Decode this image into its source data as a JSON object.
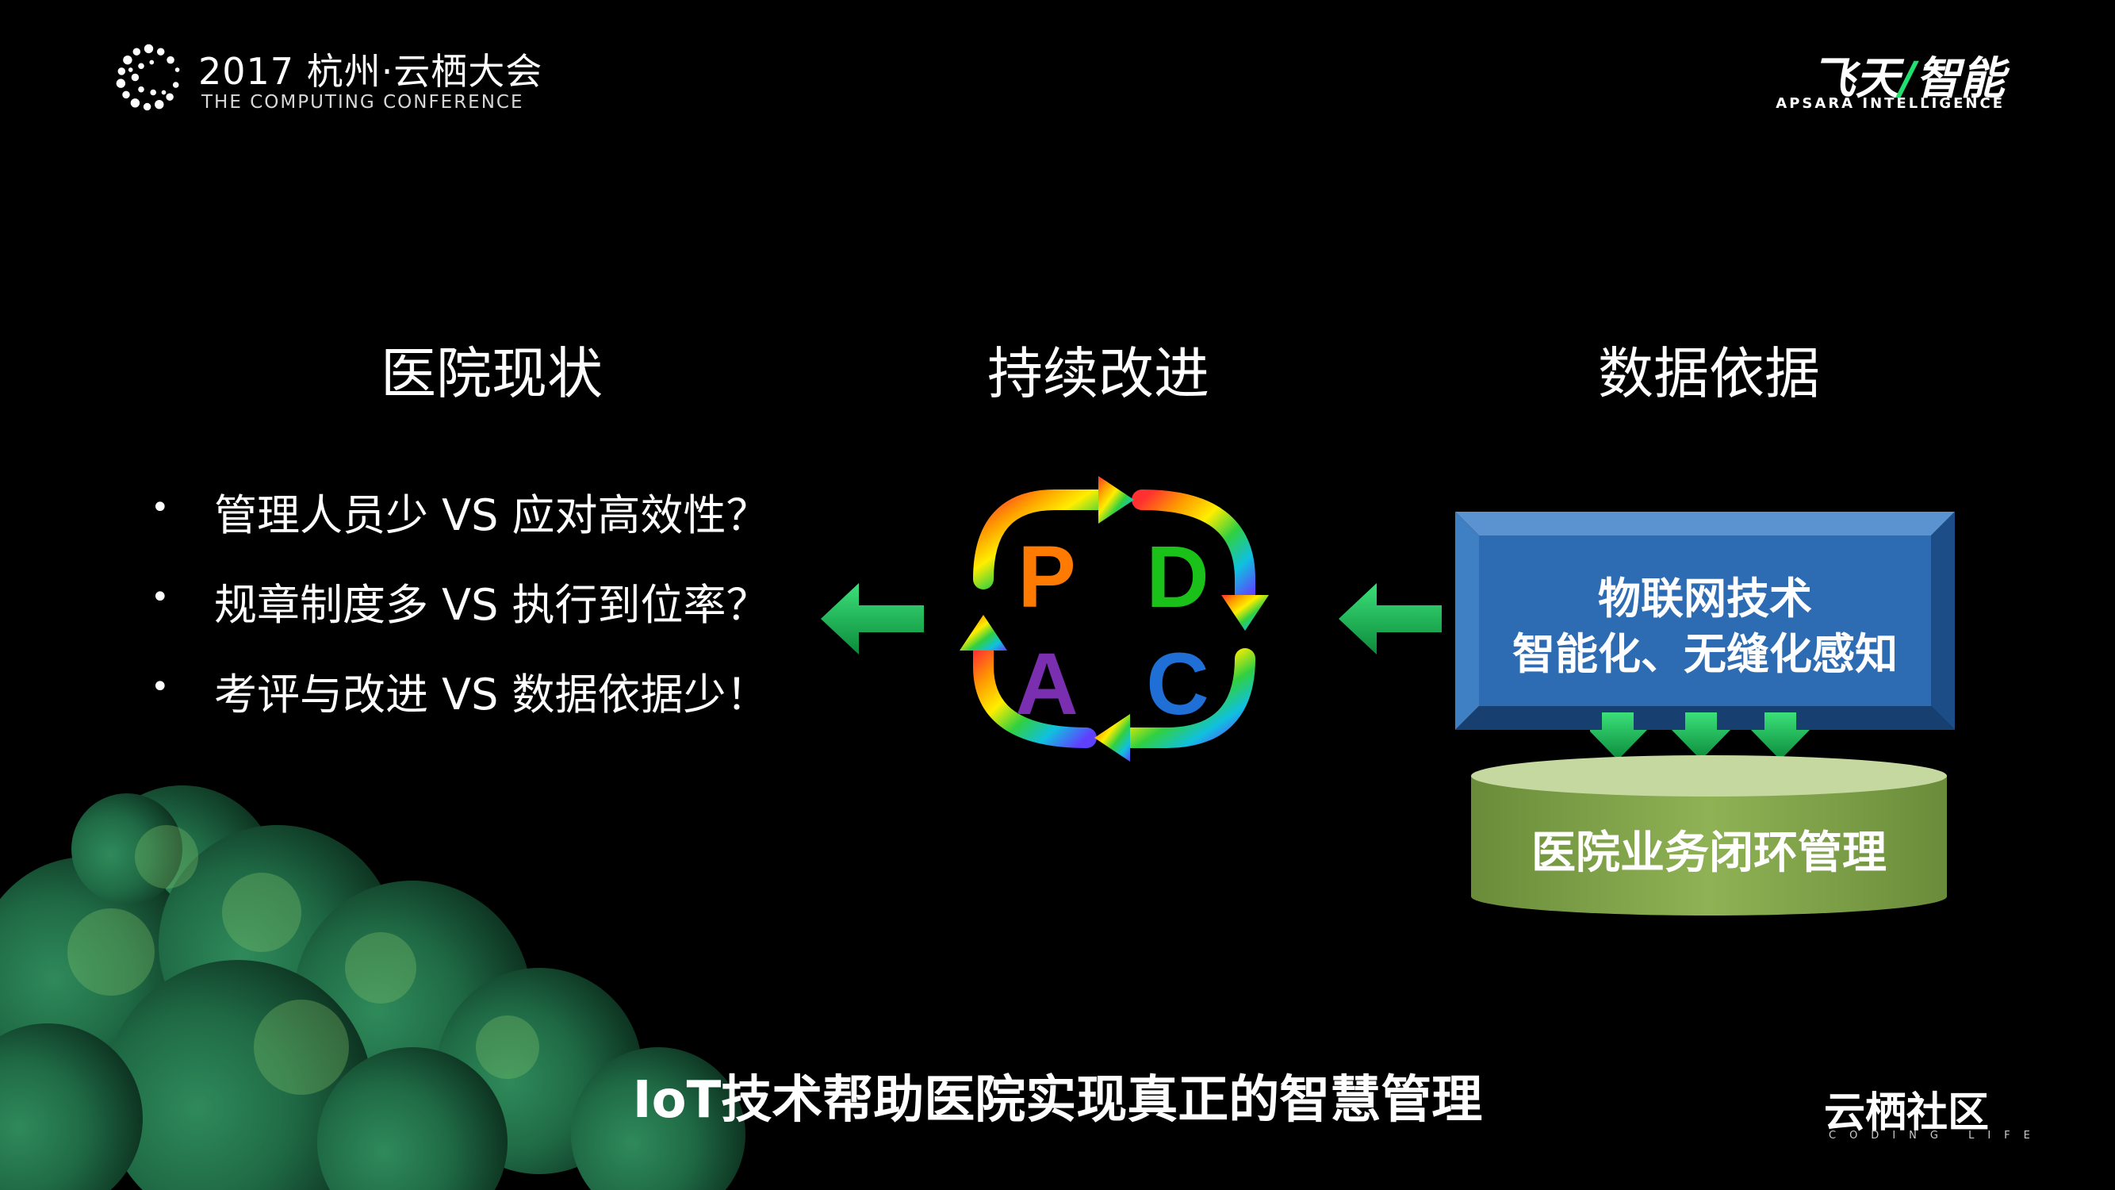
{
  "header": {
    "conference_title": "2017 杭州·云栖大会",
    "conference_subtitle": "THE COMPUTING CONFERENCE",
    "brand_cn_left": "飞天",
    "brand_cn_slash": "/",
    "brand_cn_right": "智能",
    "brand_en": "APSARA INTELLIGENCE",
    "logo_icon": "computing-conference-dots-logo"
  },
  "sections": {
    "left_title": "医院现状",
    "middle_title": "持续改进",
    "right_title": "数据依据"
  },
  "bullets": [
    {
      "marker": "•",
      "text": "管理人员少 VS 应对高效性？"
    },
    {
      "marker": "•",
      "text": "规章制度多 VS 执行到位率？"
    },
    {
      "marker": "•",
      "text": "考评与改进 VS 数据依据少！"
    }
  ],
  "pdca": {
    "letters": [
      "P",
      "D",
      "A",
      "C"
    ],
    "colors": {
      "P": "#ff7a00",
      "D": "#19c119",
      "A": "#7a2fb0",
      "C": "#1f6fd6"
    }
  },
  "diagram": {
    "iot_line1": "物联网技术",
    "iot_line2": "智能化、无缝化感知",
    "closed_loop_label": "医院业务闭环管理",
    "box_color": "#2d6cb3",
    "cylinder_color": "#7da24a",
    "arrow_color": "#18b04a"
  },
  "footer": {
    "caption": "IoT技术帮助医院实现真正的智慧管理",
    "community": "云栖社区",
    "community_en": "CODING LIFE"
  }
}
